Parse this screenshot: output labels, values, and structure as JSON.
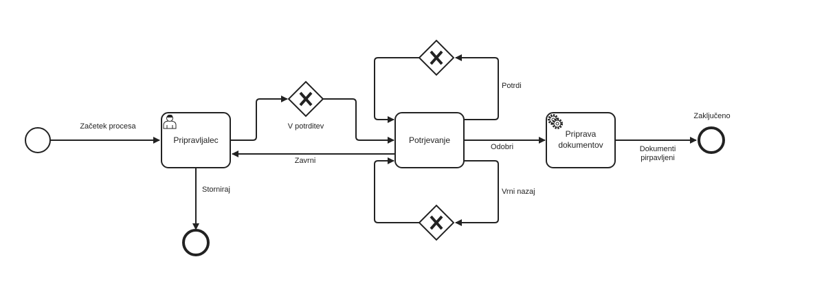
{
  "diagram": {
    "events": {
      "start": {
        "label": ""
      },
      "end_cancel": {
        "label": ""
      },
      "end_done": {
        "label": "Zaključeno"
      }
    },
    "tasks": {
      "pripravljalec": {
        "label": "Pripravljalec",
        "type": "user-task"
      },
      "potrjevanje": {
        "label": "Potrjevanje",
        "type": "task"
      },
      "priprava": {
        "label_line1": "Priprava",
        "label_line2": "dokumentov",
        "type": "service-task"
      }
    },
    "gateways": {
      "g_submit": {
        "label": "V potrditev",
        "type": "exclusive"
      },
      "g_top": {
        "label": "",
        "type": "exclusive"
      },
      "g_bottom": {
        "label": "",
        "type": "exclusive"
      }
    },
    "flows": {
      "start_to_prip": "Začetek procesa",
      "cancel": "Storniraj",
      "back": "Zavrni",
      "approve": "Odobri",
      "confirm_loop": "Potrdi",
      "return_loop": "Vrni nazaj",
      "docs_ready_1": "Dokumenti",
      "docs_ready_2": "pirpavljeni"
    },
    "colors": {
      "stroke": "#222222",
      "fill": "#ffffff"
    }
  }
}
